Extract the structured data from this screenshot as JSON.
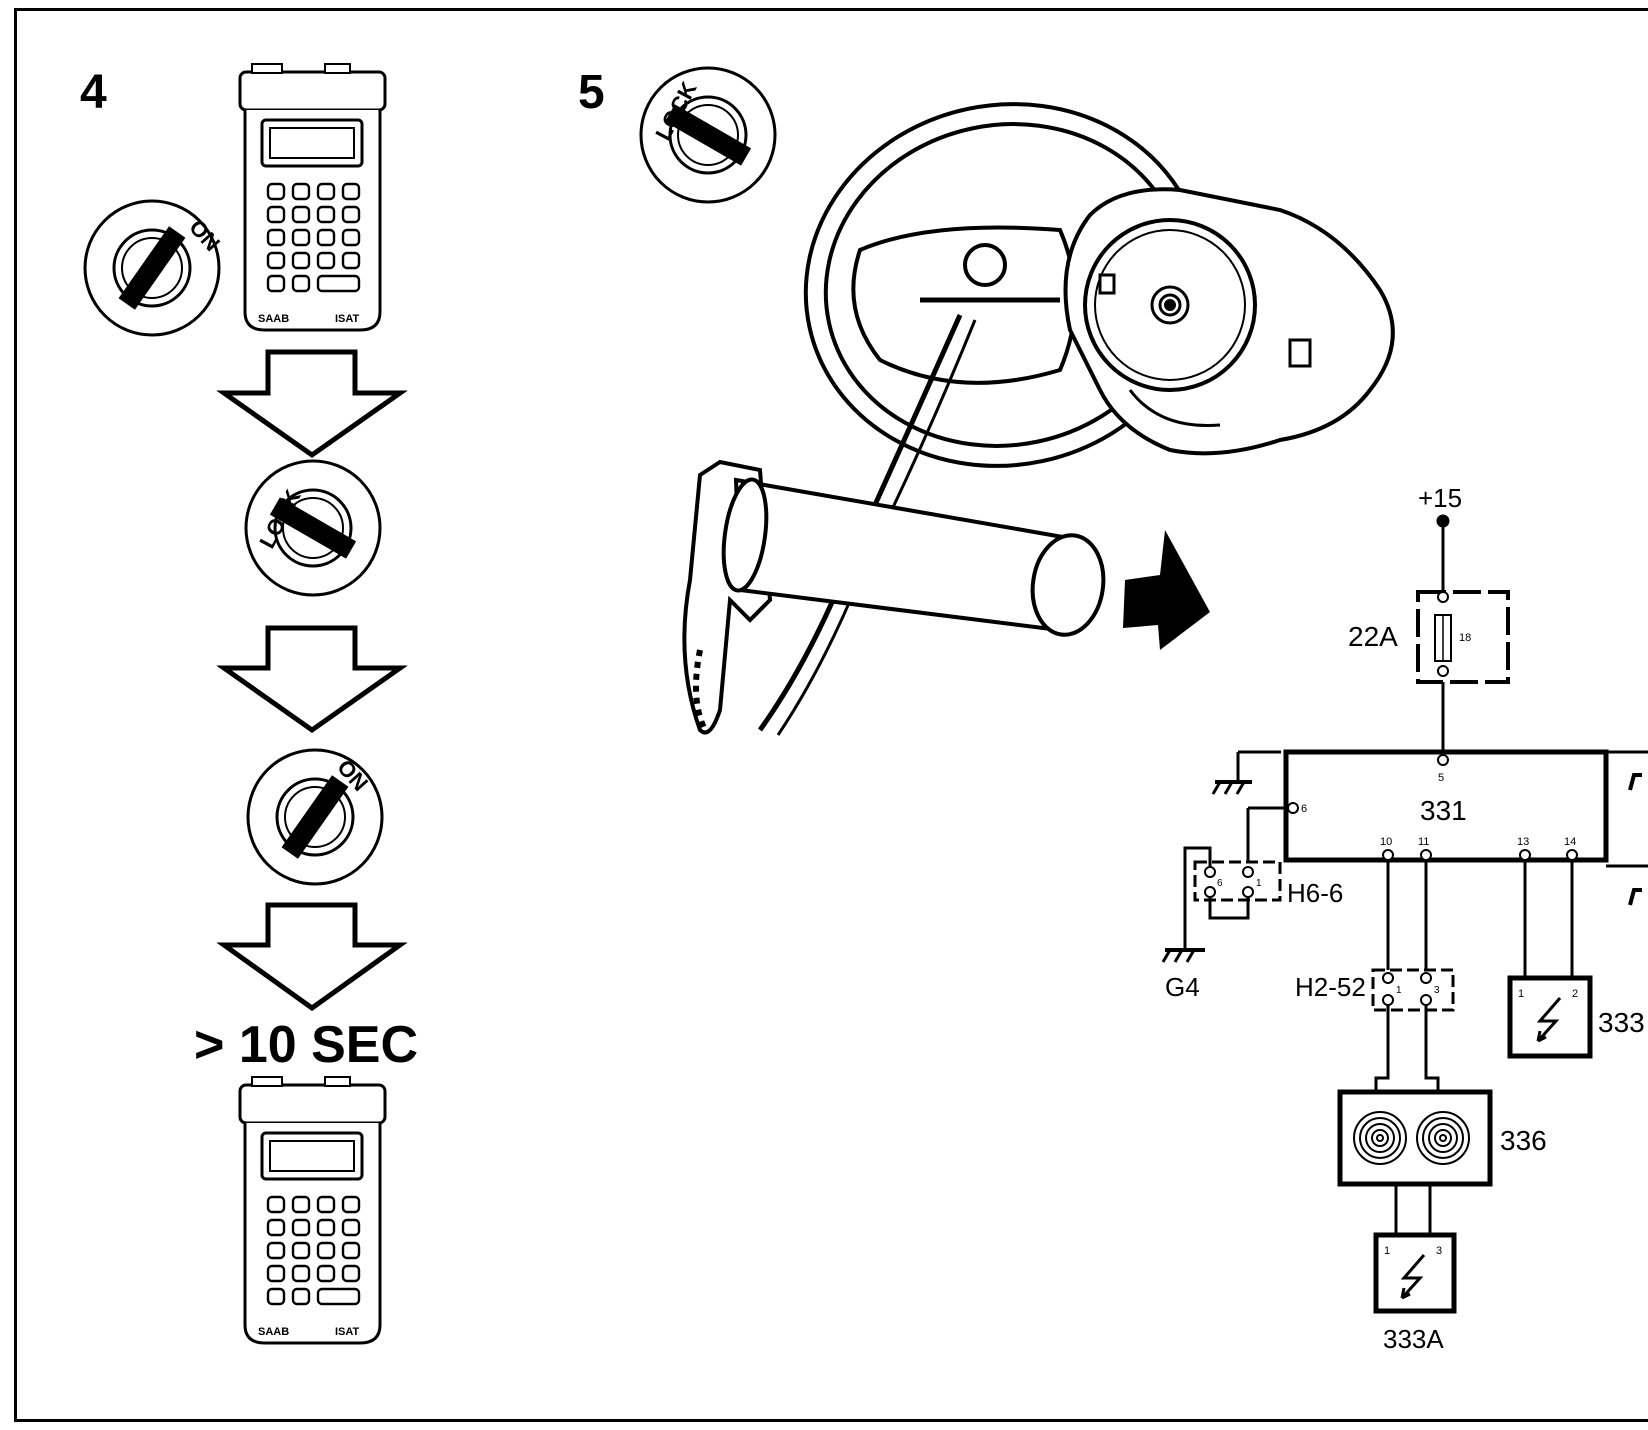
{
  "steps": {
    "step4_number": "4",
    "step5_number": "5"
  },
  "ignition": {
    "on_label": "ON",
    "lock_label": "LOCK"
  },
  "timer_label": "> 10 SEC",
  "tester": {
    "brand_left": "SAAB",
    "brand_right": "ISAT"
  },
  "wiring": {
    "supply": "+15",
    "fuse": "22A",
    "fuse_number": "18",
    "control_unit": "331",
    "pin_5": "5",
    "pin_6": "6",
    "pin_10": "10",
    "pin_11": "11",
    "pin_13": "13",
    "pin_14": "14",
    "connector_h66": "H6-6",
    "h66_pin_6": "6",
    "h66_pin_1": "1",
    "ground": "G4",
    "connector_h252": "H2-52",
    "h252_pin_1": "1",
    "h252_pin_3": "3",
    "contact_reel": "336",
    "airbag_driver": "333A",
    "airbag_passenger": "333",
    "ab_pin_1": "1",
    "ab_pin_3": "3",
    "ab_pin_2": "2"
  }
}
